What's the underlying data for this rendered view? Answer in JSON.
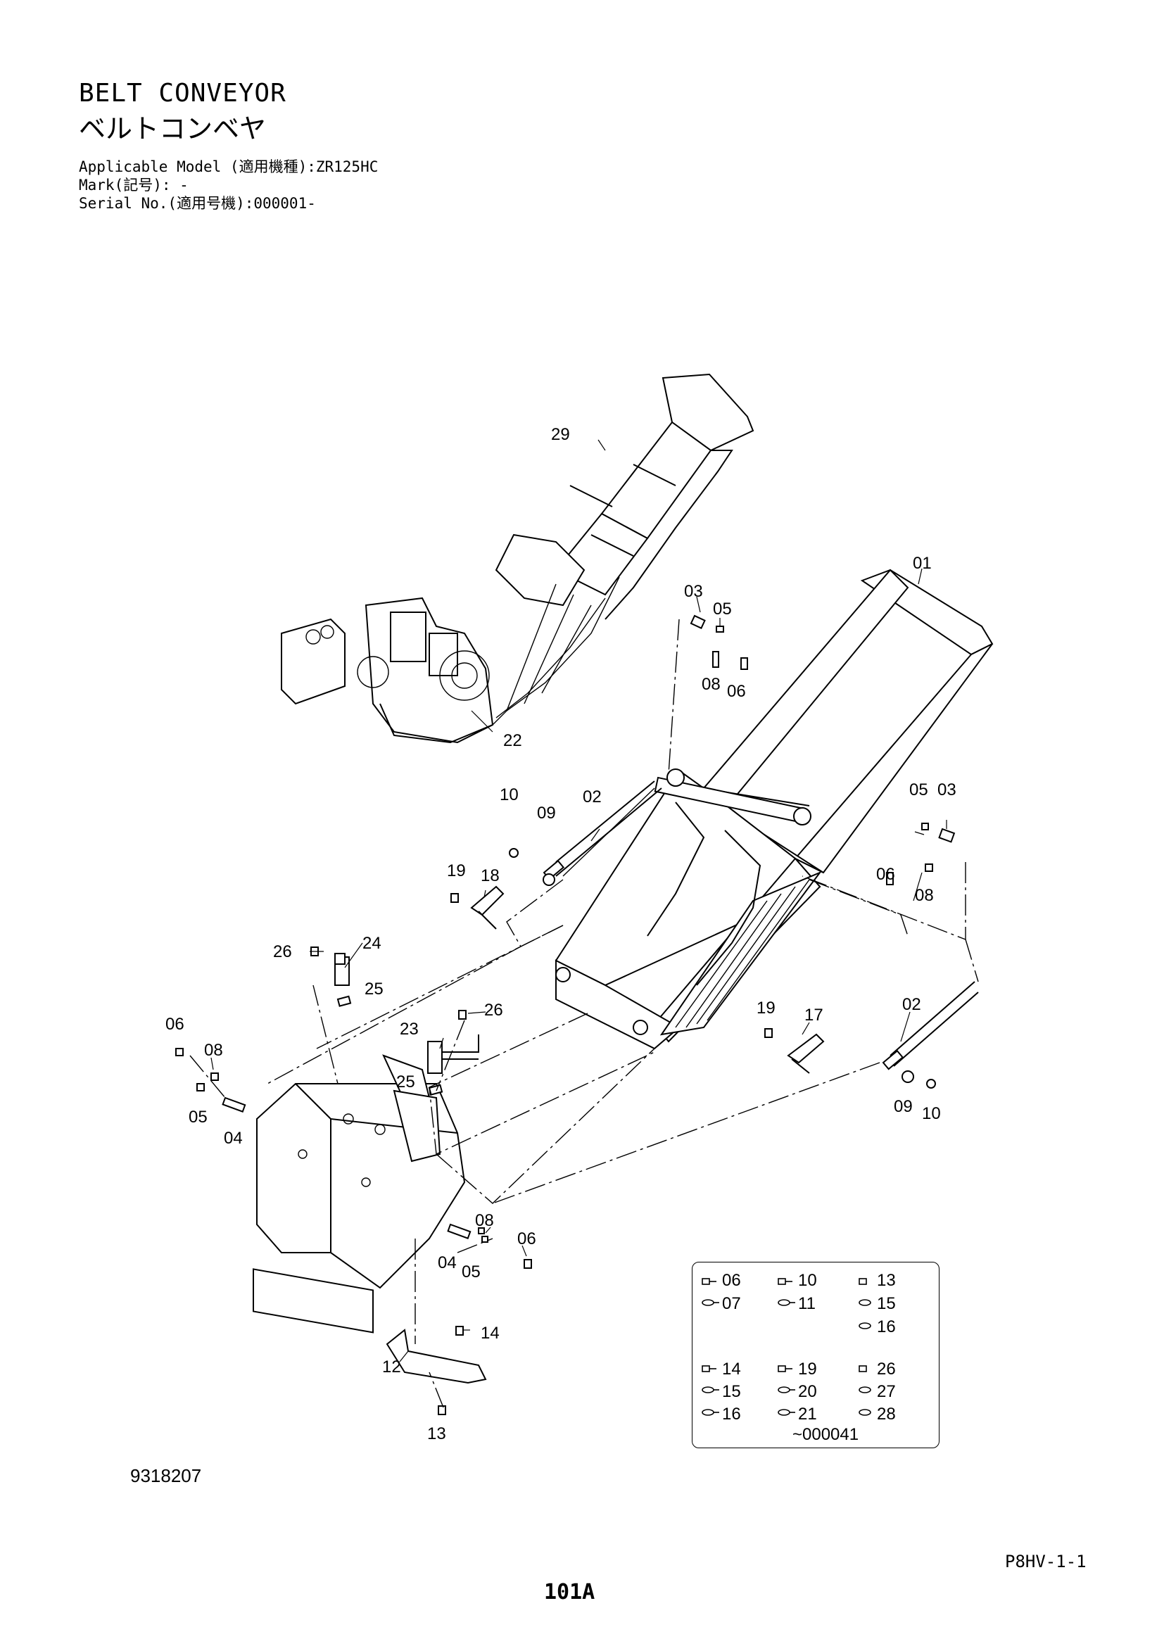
{
  "header": {
    "title_en": "BELT CONVEYOR",
    "title_ja": "ベルトコンベヤ",
    "applicable_model": "Applicable Model (適用機種):ZR125HC",
    "mark": "Mark(記号): -",
    "serial_no": "Serial No.(適用号機):000001-"
  },
  "callouts": [
    {
      "id": "29",
      "text": "29"
    },
    {
      "id": "01",
      "text": "01"
    },
    {
      "id": "03a",
      "text": "03"
    },
    {
      "id": "05a",
      "text": "05"
    },
    {
      "id": "08a",
      "text": "08"
    },
    {
      "id": "06a",
      "text": "06"
    },
    {
      "id": "22",
      "text": "22"
    },
    {
      "id": "10a",
      "text": "10"
    },
    {
      "id": "02a",
      "text": "02"
    },
    {
      "id": "09a",
      "text": "09"
    },
    {
      "id": "19a",
      "text": "19"
    },
    {
      "id": "18",
      "text": "18"
    },
    {
      "id": "05b",
      "text": "05"
    },
    {
      "id": "03b",
      "text": "03"
    },
    {
      "id": "06b",
      "text": "06"
    },
    {
      "id": "08b",
      "text": "08"
    },
    {
      "id": "26a",
      "text": "26"
    },
    {
      "id": "24",
      "text": "24"
    },
    {
      "id": "25a",
      "text": "25"
    },
    {
      "id": "26b",
      "text": "26"
    },
    {
      "id": "06c",
      "text": "06"
    },
    {
      "id": "08c",
      "text": "08"
    },
    {
      "id": "23",
      "text": "23"
    },
    {
      "id": "25b",
      "text": "25"
    },
    {
      "id": "05c",
      "text": "05"
    },
    {
      "id": "04a",
      "text": "04"
    },
    {
      "id": "19b",
      "text": "19"
    },
    {
      "id": "17",
      "text": "17"
    },
    {
      "id": "02b",
      "text": "02"
    },
    {
      "id": "09b",
      "text": "09"
    },
    {
      "id": "10b",
      "text": "10"
    },
    {
      "id": "08d",
      "text": "08"
    },
    {
      "id": "06d",
      "text": "06"
    },
    {
      "id": "04b",
      "text": "04"
    },
    {
      "id": "05d",
      "text": "05"
    },
    {
      "id": "14",
      "text": "14"
    },
    {
      "id": "12",
      "text": "12"
    },
    {
      "id": "13",
      "text": "13"
    }
  ],
  "hardware_kits": [
    {
      "bolt": "06",
      "washers": [
        "07"
      ]
    },
    {
      "bolt": "10",
      "washers": [
        "11"
      ]
    },
    {
      "bolt": "13",
      "washers": [
        "15",
        "16"
      ]
    },
    {
      "bolt": "14",
      "washers": [
        "15",
        "16"
      ]
    },
    {
      "bolt": "19",
      "washers": [
        "20",
        "21"
      ]
    },
    {
      "bolt": "26",
      "washers": [
        "27",
        "28"
      ]
    }
  ],
  "kit_serial": "~000041",
  "footer": {
    "doc_number": "9318207",
    "page_code": "P8HV-1-1",
    "page_number": "101A"
  }
}
